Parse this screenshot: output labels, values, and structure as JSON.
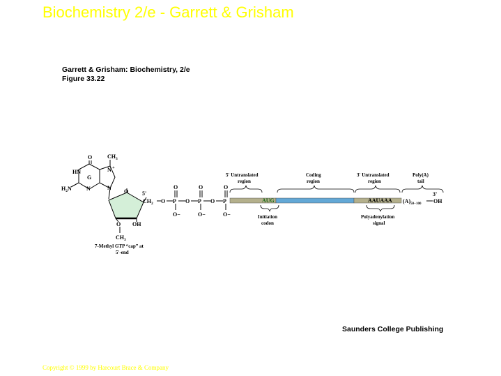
{
  "title": "Biochemistry 2/e - Garrett & Grisham",
  "figure": {
    "source": "Garrett & Grisham: Biochemistry, 2/e",
    "number": "Figure 33.22"
  },
  "molecule": {
    "ch3_top": "CH",
    "ch3_top_sub": "3",
    "o_top": "O",
    "n_plus": "N",
    "plus": "+",
    "hn": "HN",
    "g": "G",
    "h2n": "H",
    "h2n_sub": "2",
    "h2n_n": "N",
    "n_ring_1": "N",
    "n_ring_2": "N",
    "ring_o": "O",
    "five_prime": "5'",
    "ch2": "CH",
    "ch2_sub": "2",
    "chain_o_1": "O",
    "p1": "P",
    "chain_o_2": "O",
    "p2": "P",
    "chain_o_3": "O",
    "p3": "P",
    "dbl_o_1": "O",
    "dbl_o_2": "O",
    "dbl_o_3": "O",
    "o_minus_1": "O−",
    "o_minus_2": "O−",
    "o_minus_3": "O−",
    "sugar_o": "O",
    "oh": "OH",
    "ch3_bottom": "CH",
    "ch3_bottom_sub": "3",
    "cap_label_1": "7-Methyl  GTP “cap” at",
    "cap_label_2": "5'-end"
  },
  "mrna": {
    "utr5_label_1": "5' Untranslated",
    "utr5_label_2": "region",
    "coding_label_1": "Coding",
    "coding_label_2": "region",
    "utr3_label_1": "3' Untranslated",
    "utr3_label_2": "region",
    "polya_label_1": "Poly(A)",
    "polya_label_2": "tail",
    "aug": "AUG",
    "aauaaa": "AAUAAA",
    "polya_seq": "(A)",
    "polya_sub": "50−100",
    "three_prime": "3'",
    "oh_end": "OH",
    "initiation_label_1": "Initiation",
    "initiation_label_2": "codon",
    "polyadenylation_label_1": "Polyadenylation",
    "polyadenylation_label_2": "signal",
    "colors": {
      "utr": "#b4b08c",
      "coding": "#63a8d6",
      "aug_text": "#1a6b1a",
      "sugar_fill": "#d4efd8"
    }
  },
  "publisher": "Saunders College Publishing",
  "copyright": "Copyright © 1999 by Harcourt Brace & Company"
}
